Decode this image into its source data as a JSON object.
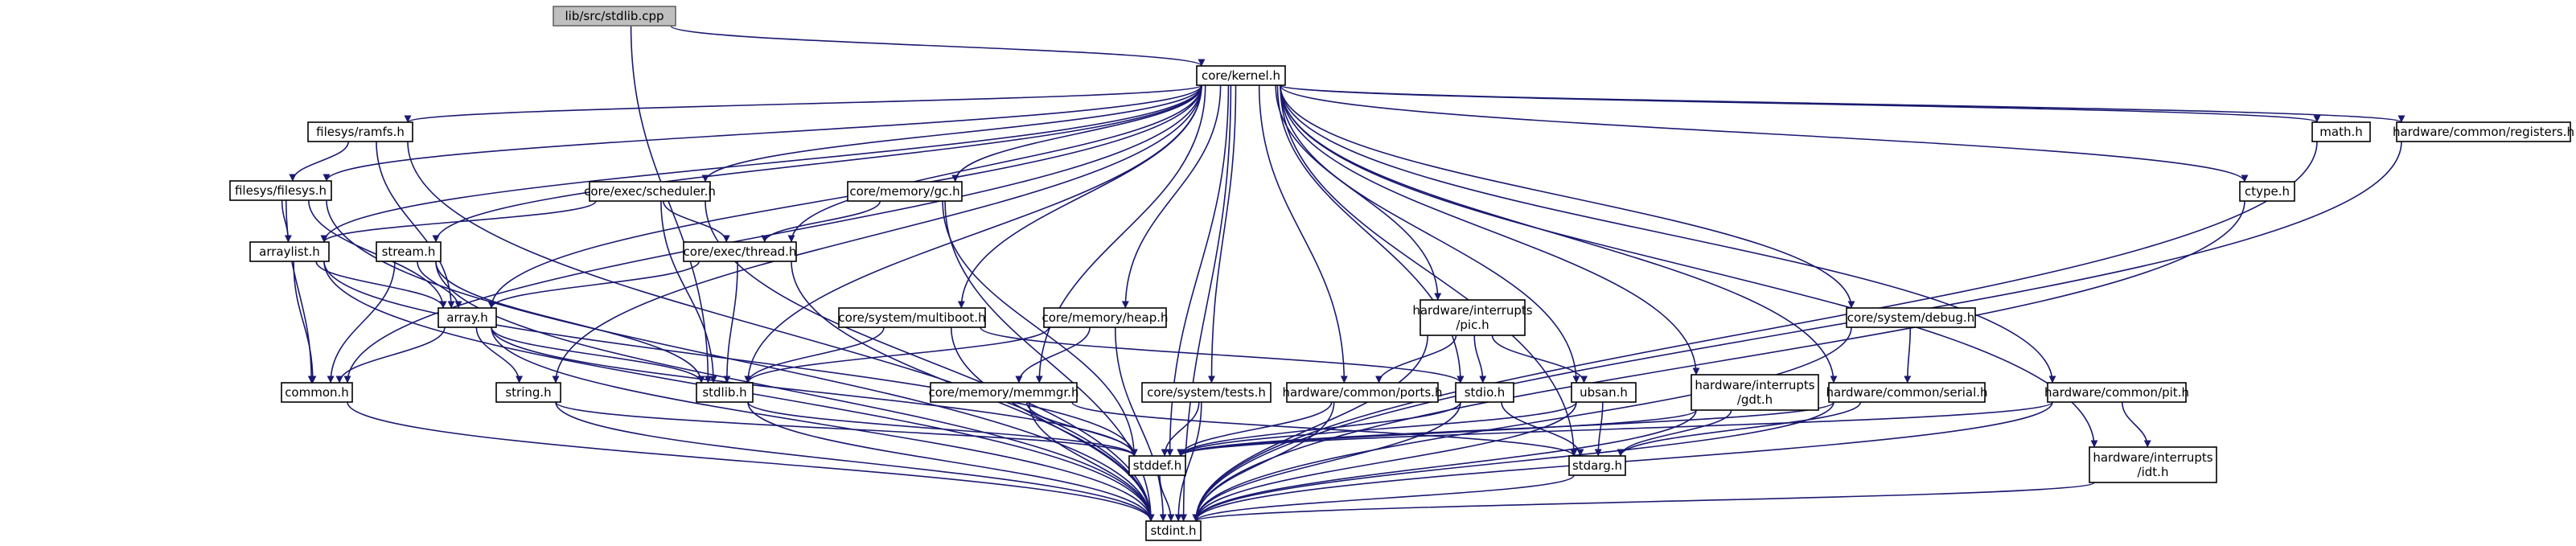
{
  "diagram": {
    "nodes": [
      {
        "id": "stdlib_cpp",
        "lines": [
          "lib/src/stdlib.cpp"
        ],
        "root": true
      },
      {
        "id": "kernel",
        "lines": [
          "core/kernel.h"
        ]
      },
      {
        "id": "ramfs",
        "lines": [
          "filesys/ramfs.h"
        ]
      },
      {
        "id": "filesys",
        "lines": [
          "filesys/filesys.h"
        ]
      },
      {
        "id": "scheduler",
        "lines": [
          "core/exec/scheduler.h"
        ]
      },
      {
        "id": "gc",
        "lines": [
          "core/memory/gc.h"
        ]
      },
      {
        "id": "arraylist",
        "lines": [
          "arraylist.h"
        ]
      },
      {
        "id": "stream",
        "lines": [
          "stream.h"
        ]
      },
      {
        "id": "thread",
        "lines": [
          "core/exec/thread.h"
        ]
      },
      {
        "id": "array",
        "lines": [
          "array.h"
        ]
      },
      {
        "id": "multiboot",
        "lines": [
          "core/system/multiboot.h"
        ]
      },
      {
        "id": "heap",
        "lines": [
          "core/memory/heap.h"
        ]
      },
      {
        "id": "pic",
        "lines": [
          "hardware/interrupts",
          "/pic.h"
        ]
      },
      {
        "id": "debug",
        "lines": [
          "core/system/debug.h"
        ]
      },
      {
        "id": "common",
        "lines": [
          "common.h"
        ]
      },
      {
        "id": "string",
        "lines": [
          "string.h"
        ]
      },
      {
        "id": "stdlib_h",
        "lines": [
          "stdlib.h"
        ]
      },
      {
        "id": "memmgr",
        "lines": [
          "core/memory/memmgr.h"
        ]
      },
      {
        "id": "tests",
        "lines": [
          "core/system/tests.h"
        ]
      },
      {
        "id": "ports",
        "lines": [
          "hardware/common/ports.h"
        ]
      },
      {
        "id": "stdio",
        "lines": [
          "stdio.h"
        ]
      },
      {
        "id": "ubsan",
        "lines": [
          "ubsan.h"
        ]
      },
      {
        "id": "gdt",
        "lines": [
          "hardware/interrupts",
          "/gdt.h"
        ]
      },
      {
        "id": "serial",
        "lines": [
          "hardware/common/serial.h"
        ]
      },
      {
        "id": "pit",
        "lines": [
          "hardware/common/pit.h"
        ]
      },
      {
        "id": "math",
        "lines": [
          "math.h"
        ]
      },
      {
        "id": "registers",
        "lines": [
          "hardware/common/registers.h"
        ]
      },
      {
        "id": "ctype",
        "lines": [
          "ctype.h"
        ]
      },
      {
        "id": "stddef",
        "lines": [
          "stddef.h"
        ]
      },
      {
        "id": "stdarg",
        "lines": [
          "stdarg.h"
        ]
      },
      {
        "id": "idt",
        "lines": [
          "hardware/interrupts",
          "/idt.h"
        ]
      },
      {
        "id": "stdint",
        "lines": [
          "stdint.h"
        ]
      }
    ],
    "edges": [
      [
        "stdlib_cpp",
        "kernel"
      ],
      [
        "stdlib_cpp",
        "stdlib_h"
      ],
      [
        "kernel",
        "ramfs"
      ],
      [
        "kernel",
        "filesys"
      ],
      [
        "kernel",
        "scheduler"
      ],
      [
        "kernel",
        "gc"
      ],
      [
        "kernel",
        "arraylist"
      ],
      [
        "kernel",
        "stream"
      ],
      [
        "kernel",
        "thread"
      ],
      [
        "kernel",
        "array"
      ],
      [
        "kernel",
        "multiboot"
      ],
      [
        "kernel",
        "heap"
      ],
      [
        "kernel",
        "pic"
      ],
      [
        "kernel",
        "debug"
      ],
      [
        "kernel",
        "common"
      ],
      [
        "kernel",
        "string"
      ],
      [
        "kernel",
        "stdlib_h"
      ],
      [
        "kernel",
        "memmgr"
      ],
      [
        "kernel",
        "tests"
      ],
      [
        "kernel",
        "ports"
      ],
      [
        "kernel",
        "stdio"
      ],
      [
        "kernel",
        "ubsan"
      ],
      [
        "kernel",
        "gdt"
      ],
      [
        "kernel",
        "serial"
      ],
      [
        "kernel",
        "pit"
      ],
      [
        "kernel",
        "math"
      ],
      [
        "kernel",
        "registers"
      ],
      [
        "kernel",
        "ctype"
      ],
      [
        "kernel",
        "stddef"
      ],
      [
        "kernel",
        "stdarg"
      ],
      [
        "kernel",
        "idt"
      ],
      [
        "kernel",
        "stdint"
      ],
      [
        "ramfs",
        "filesys"
      ],
      [
        "ramfs",
        "array"
      ],
      [
        "ramfs",
        "stdint"
      ],
      [
        "filesys",
        "arraylist"
      ],
      [
        "filesys",
        "array"
      ],
      [
        "filesys",
        "common"
      ],
      [
        "filesys",
        "stdint"
      ],
      [
        "scheduler",
        "arraylist"
      ],
      [
        "scheduler",
        "thread"
      ],
      [
        "scheduler",
        "stdlib_h"
      ],
      [
        "scheduler",
        "stdint"
      ],
      [
        "gc",
        "thread"
      ],
      [
        "gc",
        "stddef"
      ],
      [
        "gc",
        "stdint"
      ],
      [
        "arraylist",
        "array"
      ],
      [
        "arraylist",
        "common"
      ],
      [
        "arraylist",
        "stddef"
      ],
      [
        "arraylist",
        "stdint"
      ],
      [
        "stream",
        "array"
      ],
      [
        "stream",
        "common"
      ],
      [
        "stream",
        "stdlib_h"
      ],
      [
        "stream",
        "stdint"
      ],
      [
        "thread",
        "array"
      ],
      [
        "thread",
        "stdlib_h"
      ],
      [
        "thread",
        "stdint"
      ],
      [
        "array",
        "common"
      ],
      [
        "array",
        "string"
      ],
      [
        "array",
        "stdlib_h"
      ],
      [
        "array",
        "stddef"
      ],
      [
        "array",
        "stdint"
      ],
      [
        "multiboot",
        "stdlib_h"
      ],
      [
        "multiboot",
        "stdio"
      ],
      [
        "multiboot",
        "stdint"
      ],
      [
        "heap",
        "stdlib_h"
      ],
      [
        "heap",
        "memmgr"
      ],
      [
        "heap",
        "stdint"
      ],
      [
        "pic",
        "ports"
      ],
      [
        "pic",
        "stdio"
      ],
      [
        "pic",
        "ubsan"
      ],
      [
        "pic",
        "stdint"
      ],
      [
        "debug",
        "serial"
      ],
      [
        "debug",
        "stdint"
      ],
      [
        "common",
        "stdint"
      ],
      [
        "string",
        "stddef"
      ],
      [
        "string",
        "stdint"
      ],
      [
        "stdlib_h",
        "stddef"
      ],
      [
        "stdlib_h",
        "stdint"
      ],
      [
        "memmgr",
        "stddef"
      ],
      [
        "memmgr",
        "stdarg"
      ],
      [
        "memmgr",
        "stdint"
      ],
      [
        "tests",
        "stddef"
      ],
      [
        "tests",
        "stdint"
      ],
      [
        "ports",
        "stddef"
      ],
      [
        "ports",
        "stdint"
      ],
      [
        "stdio",
        "stddef"
      ],
      [
        "stdio",
        "stdarg"
      ],
      [
        "stdio",
        "stdint"
      ],
      [
        "ubsan",
        "stddef"
      ],
      [
        "ubsan",
        "stdarg"
      ],
      [
        "ubsan",
        "stdint"
      ],
      [
        "gdt",
        "stddef"
      ],
      [
        "gdt",
        "stdarg"
      ],
      [
        "gdt",
        "stdint"
      ],
      [
        "serial",
        "stddef"
      ],
      [
        "serial",
        "stdarg"
      ],
      [
        "serial",
        "stdint"
      ],
      [
        "pit",
        "stddef"
      ],
      [
        "pit",
        "idt"
      ],
      [
        "pit",
        "stdint"
      ],
      [
        "math",
        "stdint"
      ],
      [
        "registers",
        "stdint"
      ],
      [
        "ctype",
        "stdint"
      ],
      [
        "stddef",
        "stdint"
      ],
      [
        "stdarg",
        "stdint"
      ],
      [
        "idt",
        "stdint"
      ]
    ]
  },
  "colors": {
    "edge": "#191970",
    "node_fill": "#ffffff",
    "node_border": "#000000",
    "root_fill": "#bfbfbf",
    "root_border": "#666666"
  }
}
